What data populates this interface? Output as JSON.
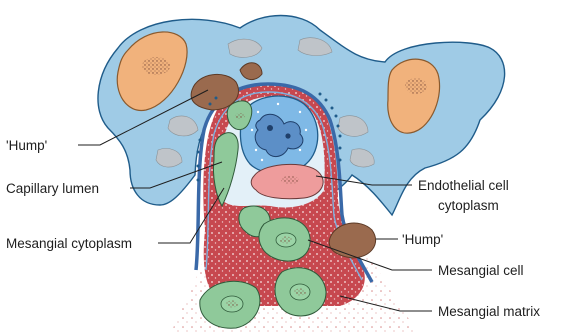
{
  "labels": {
    "hump_left": "'Hump'",
    "capillary_lumen": "Capillary lumen",
    "mesangial_cytoplasm": "Mesangial cytoplasm",
    "endothelial_line1": "Endothelial cell",
    "endothelial_line2": "cytoplasm",
    "hump_right": "'Hump'",
    "mesangial_cell": "Mesangial cell",
    "mesangial_matrix": "Mesangial matrix"
  },
  "colors": {
    "podocyte_blue": "#9fcbe6",
    "podocyte_outline": "#1f5c8a",
    "basement_membrane": "#3a69a8",
    "matrix_red": "#c0414b",
    "mesangial_green": "#8fc99a",
    "hump_brown": "#9a6a4e",
    "rbc_orange": "#f1b27c",
    "endothelial_pink": "#ee9c9c"
  }
}
